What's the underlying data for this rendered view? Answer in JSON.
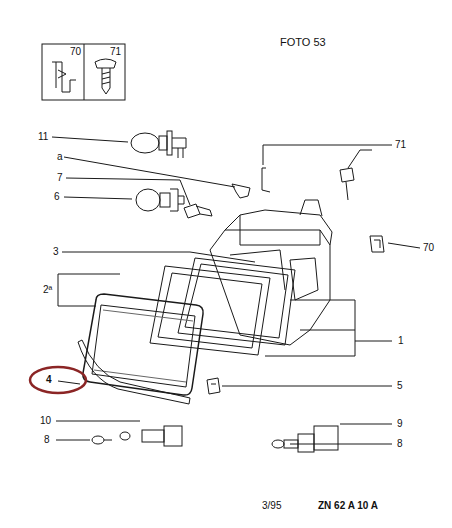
{
  "diagram": {
    "labels": [
      "FOTO 53",
      "70",
      "71",
      "11",
      "a",
      "71",
      "7",
      "6",
      "70",
      "3",
      "2ª",
      "1",
      "4",
      "5",
      "10",
      "9",
      "8",
      "8",
      "3/95",
      "ZN 62 A 10 A"
    ]
  }
}
